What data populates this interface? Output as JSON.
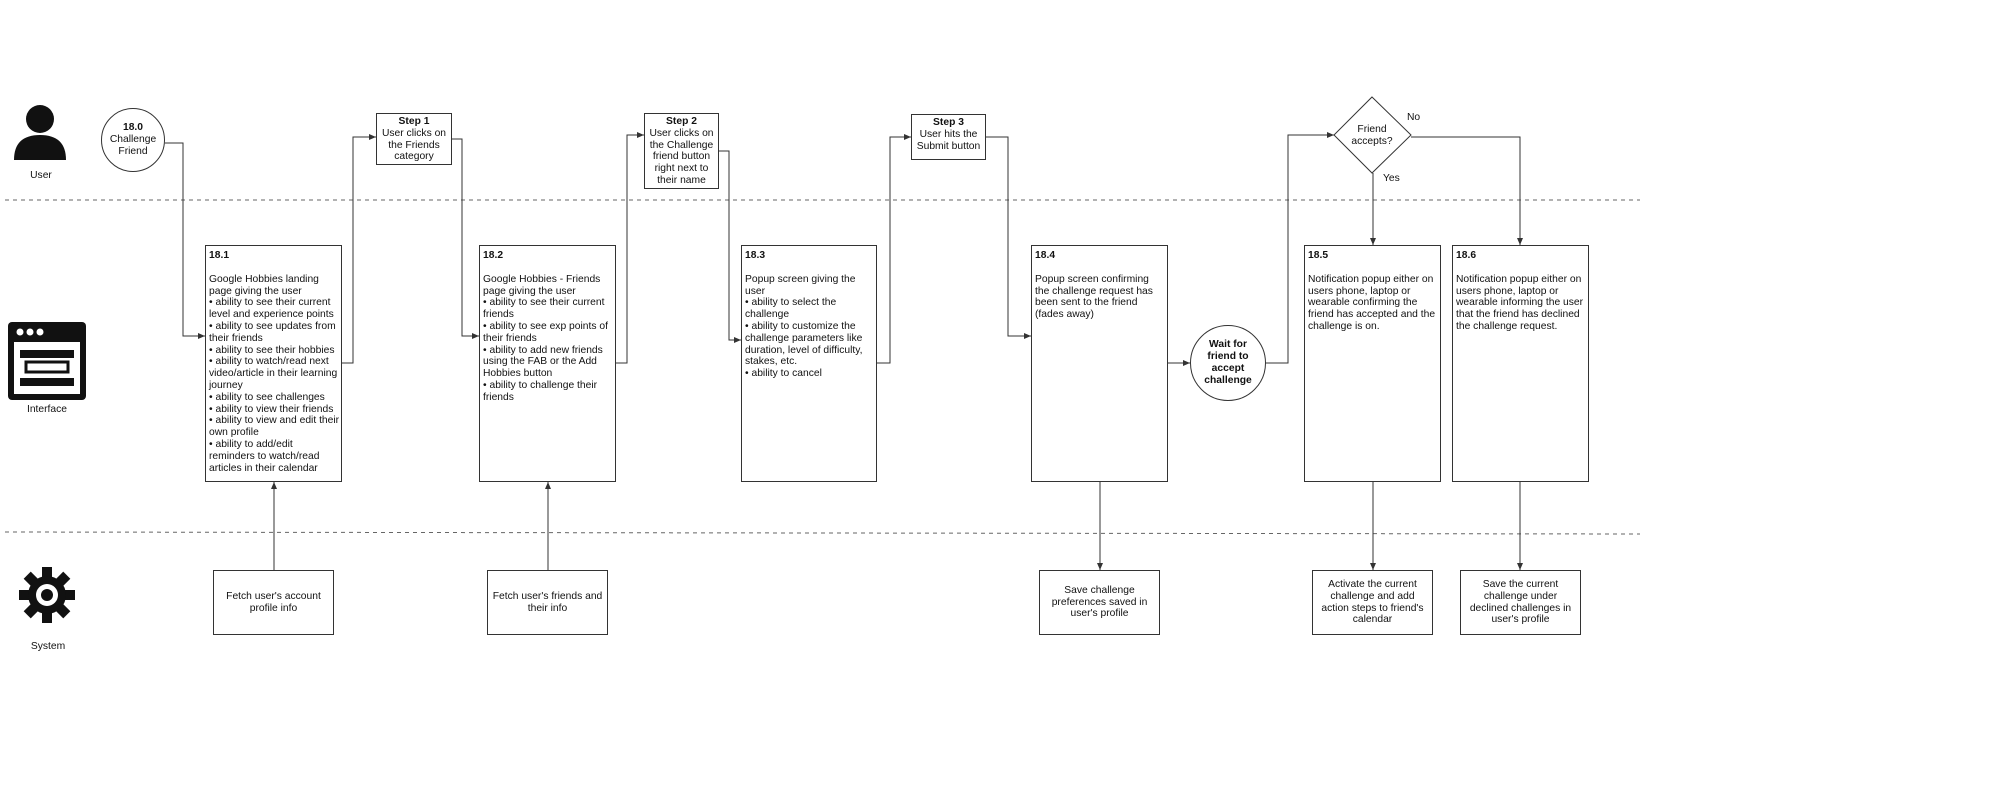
{
  "lanes": {
    "user": "User",
    "interface": "Interface",
    "system": "System"
  },
  "icons": {
    "user": "user-icon",
    "interface": "browser-window-icon",
    "system": "gear-icon"
  },
  "start": {
    "id": "18.0",
    "label": [
      "Challenge",
      "Friend"
    ]
  },
  "steps": [
    {
      "title": "Step 1",
      "lines": [
        "User clicks on",
        "the Friends",
        "category"
      ]
    },
    {
      "title": "Step 2",
      "lines": [
        "User clicks on",
        "the Challenge",
        "friend button",
        "right next to",
        "their name"
      ]
    },
    {
      "title": "Step 3",
      "lines": [
        "User hits the",
        "Submit button"
      ]
    }
  ],
  "decision": {
    "lines": [
      "Friend",
      "accepts?"
    ],
    "yes": "Yes",
    "no": "No"
  },
  "wait": {
    "lines": [
      "Wait for",
      "friend to",
      "accept",
      "challenge"
    ]
  },
  "screens": [
    {
      "id": "18.1",
      "lines": [
        "Google Hobbies landing",
        "page giving the user",
        "• ability to see their current",
        "level and experience points",
        "• ability to see updates from",
        "their friends",
        "• ability to see their hobbies",
        "• ability to watch/read next",
        "video/article in their learning",
        "journey",
        "• ability to see challenges",
        "• ability to view their friends",
        "• ability to view and edit their",
        "own profile",
        "• ability to add/edit",
        "reminders to watch/read",
        "articles in their calendar"
      ]
    },
    {
      "id": "18.2",
      "lines": [
        "Google Hobbies - Friends",
        "page giving the user",
        "• ability to see their current",
        "friends",
        "• ability to see exp points of",
        "their friends",
        "• ability to add new friends",
        "using the FAB or the Add",
        "Hobbies button",
        "• ability to challenge their",
        "friends"
      ]
    },
    {
      "id": "18.3",
      "lines": [
        "Popup screen giving the",
        "user",
        "• ability to select the",
        "challenge",
        "• ability to customize the",
        "challenge parameters like",
        "duration, level of difficulty,",
        "stakes, etc.",
        "• ability to cancel"
      ]
    },
    {
      "id": "18.4",
      "lines": [
        "Popup screen confirming",
        "the challenge request has",
        "been sent to the friend",
        "(fades away)"
      ]
    },
    {
      "id": "18.5",
      "lines": [
        "Notification popup either on",
        "users phone, laptop or",
        "wearable confirming the",
        "friend has accepted and the",
        "challenge is on."
      ]
    },
    {
      "id": "18.6",
      "lines": [
        "Notification popup either on",
        "users phone, laptop or",
        "wearable informing the user",
        "that the friend has declined",
        "the challenge request."
      ]
    }
  ],
  "system": [
    {
      "lines": [
        "Fetch user's account",
        "profile info"
      ]
    },
    {
      "lines": [
        "Fetch user's friends and",
        "their info"
      ]
    },
    {
      "lines": [
        "Save challenge",
        "preferences saved in",
        "user's profile"
      ]
    },
    {
      "lines": [
        "Activate the current",
        "challenge and add",
        "action steps to friend's",
        "calendar"
      ]
    },
    {
      "lines": [
        "Save the current",
        "challenge under",
        "declined challenges in",
        "user's profile"
      ]
    }
  ]
}
